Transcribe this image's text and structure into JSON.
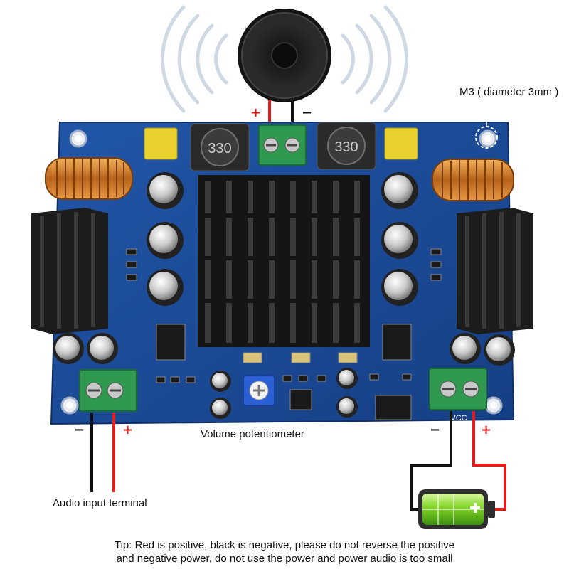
{
  "labels": {
    "mount_hole": "M3 ( diameter 3mm )",
    "potentiometer": "Volume potentiometer",
    "audio_input": "Audio input terminal"
  },
  "signs": {
    "plus": "+",
    "minus": "−"
  },
  "board_text": {
    "inductor_value": "330",
    "power_terminal": "VCC"
  },
  "tip": {
    "line1": "Tip: Red is positive, black is negative, please do not reverse the positive",
    "line2": "and negative power,  do not use the power and power audio is too small"
  },
  "colors": {
    "pcb": "#1b4a96",
    "positive_wire": "#e01e1e",
    "negative_wire": "#111111",
    "terminal_green": "#2f9a4f",
    "heatsink": "#1c1c1c",
    "battery_green": "#7ed321"
  }
}
